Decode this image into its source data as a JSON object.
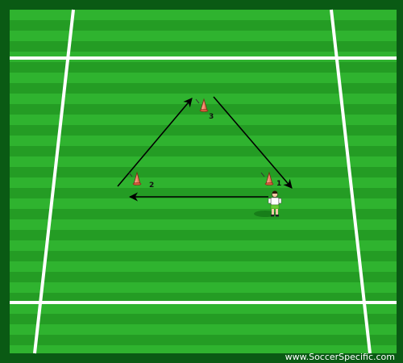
{
  "diagram": {
    "type": "soccer drill",
    "colors": {
      "border": "#0a5a14",
      "stripe_light": "#2fb32f",
      "stripe_dark": "#249c24",
      "lines": "#ffffff",
      "cone": "#f58a6a",
      "arrow": "#000000"
    },
    "cones": [
      {
        "id": "1",
        "label": "1"
      },
      {
        "id": "2",
        "label": "2"
      },
      {
        "id": "3",
        "label": "3"
      }
    ],
    "player": {
      "shirt": "#ffffff",
      "shorts": "#66cc33"
    },
    "arrows": [
      {
        "from": "2",
        "to": "3",
        "type": "run"
      },
      {
        "from": "3",
        "to": "1",
        "type": "run"
      },
      {
        "from": "1",
        "to": "2",
        "type": "pass"
      }
    ],
    "watermark": "www.SoccerSpecific.com"
  }
}
